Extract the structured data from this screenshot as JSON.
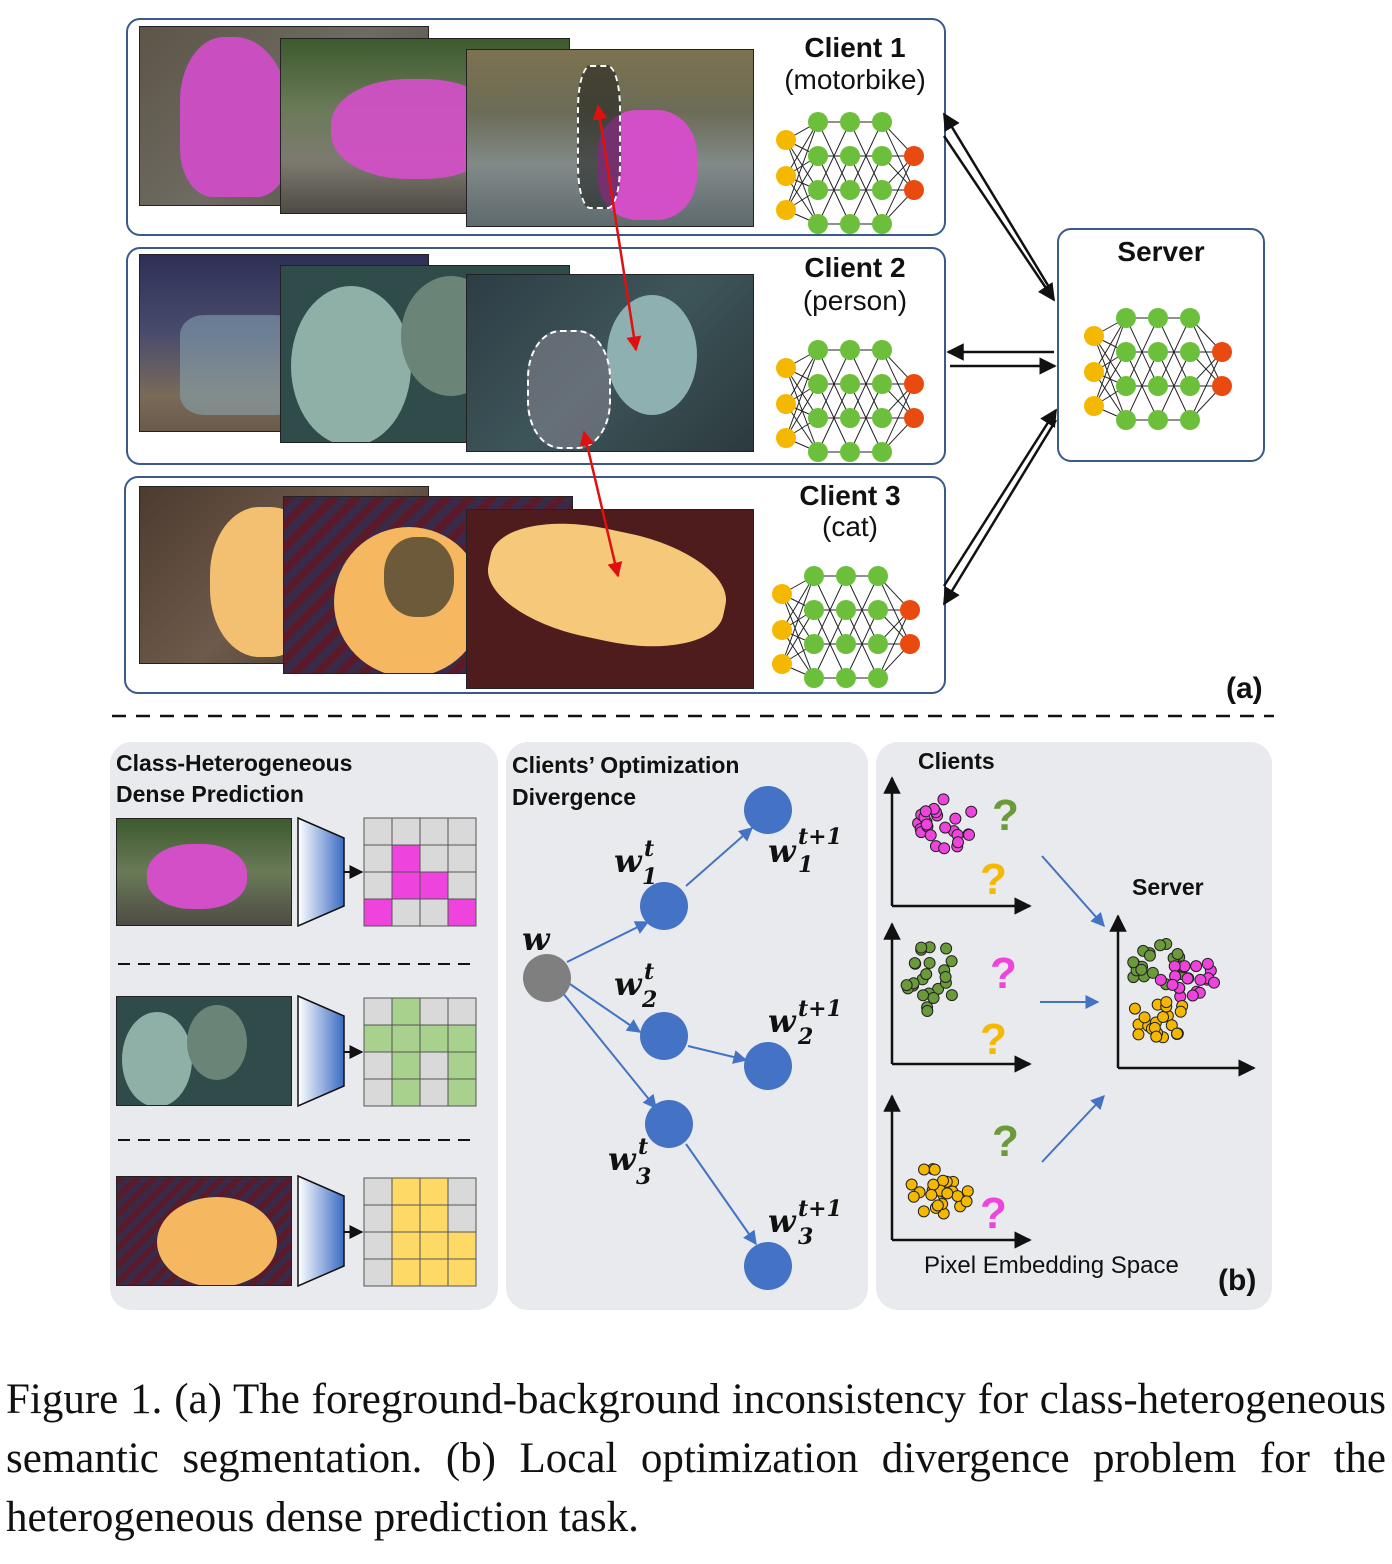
{
  "panel_a": {
    "clients": [
      {
        "title": "Client 1",
        "subtitle": "(motorbike)"
      },
      {
        "title": "Client 2",
        "subtitle": "(person)"
      },
      {
        "title": "Client 3",
        "subtitle": "(cat)"
      }
    ],
    "server_title": "Server",
    "label": "(a)"
  },
  "panel_b": {
    "left_title_line1": "Class-Heterogeneous",
    "left_title_line2": "Dense Prediction",
    "middle_title_line1": "Clients’ Optimization",
    "middle_title_line2": "Divergence",
    "right_clients_title": "Clients",
    "right_server_title": "Server",
    "right_axis_label": "Pixel Embedding Space",
    "label": "(b)",
    "question_mark": "?",
    "weights": {
      "w": "w",
      "w1t_base": "w",
      "w1t_sup": "t",
      "w1t_sub": "1",
      "w2t_base": "w",
      "w2t_sup": "t",
      "w2t_sub": "2",
      "w3t_base": "w",
      "w3t_sup": "t",
      "w3t_sub": "3",
      "w1n_base": "w",
      "w1n_sup": "t+1",
      "w1n_sub": "1",
      "w2n_base": "w",
      "w2n_sup": "t+1",
      "w2n_sub": "2",
      "w3n_base": "w",
      "w3n_sup": "t+1",
      "w3n_sub": "3"
    }
  },
  "colors": {
    "box_border": "#3a5a8c",
    "magenta": "#ee44dd",
    "green": "#6bbf3a",
    "yellow": "#f5c000",
    "node_blue": "#4472c4",
    "node_gray": "#7f7f7f",
    "arrow_red": "#e01010",
    "panel_bg": "#e8eaee"
  },
  "caption": "Figure 1. (a) The foreground-background inconsistency for class-heterogeneous semantic segmentation. (b) Local optimization divergence problem for the heterogeneous dense prediction task."
}
